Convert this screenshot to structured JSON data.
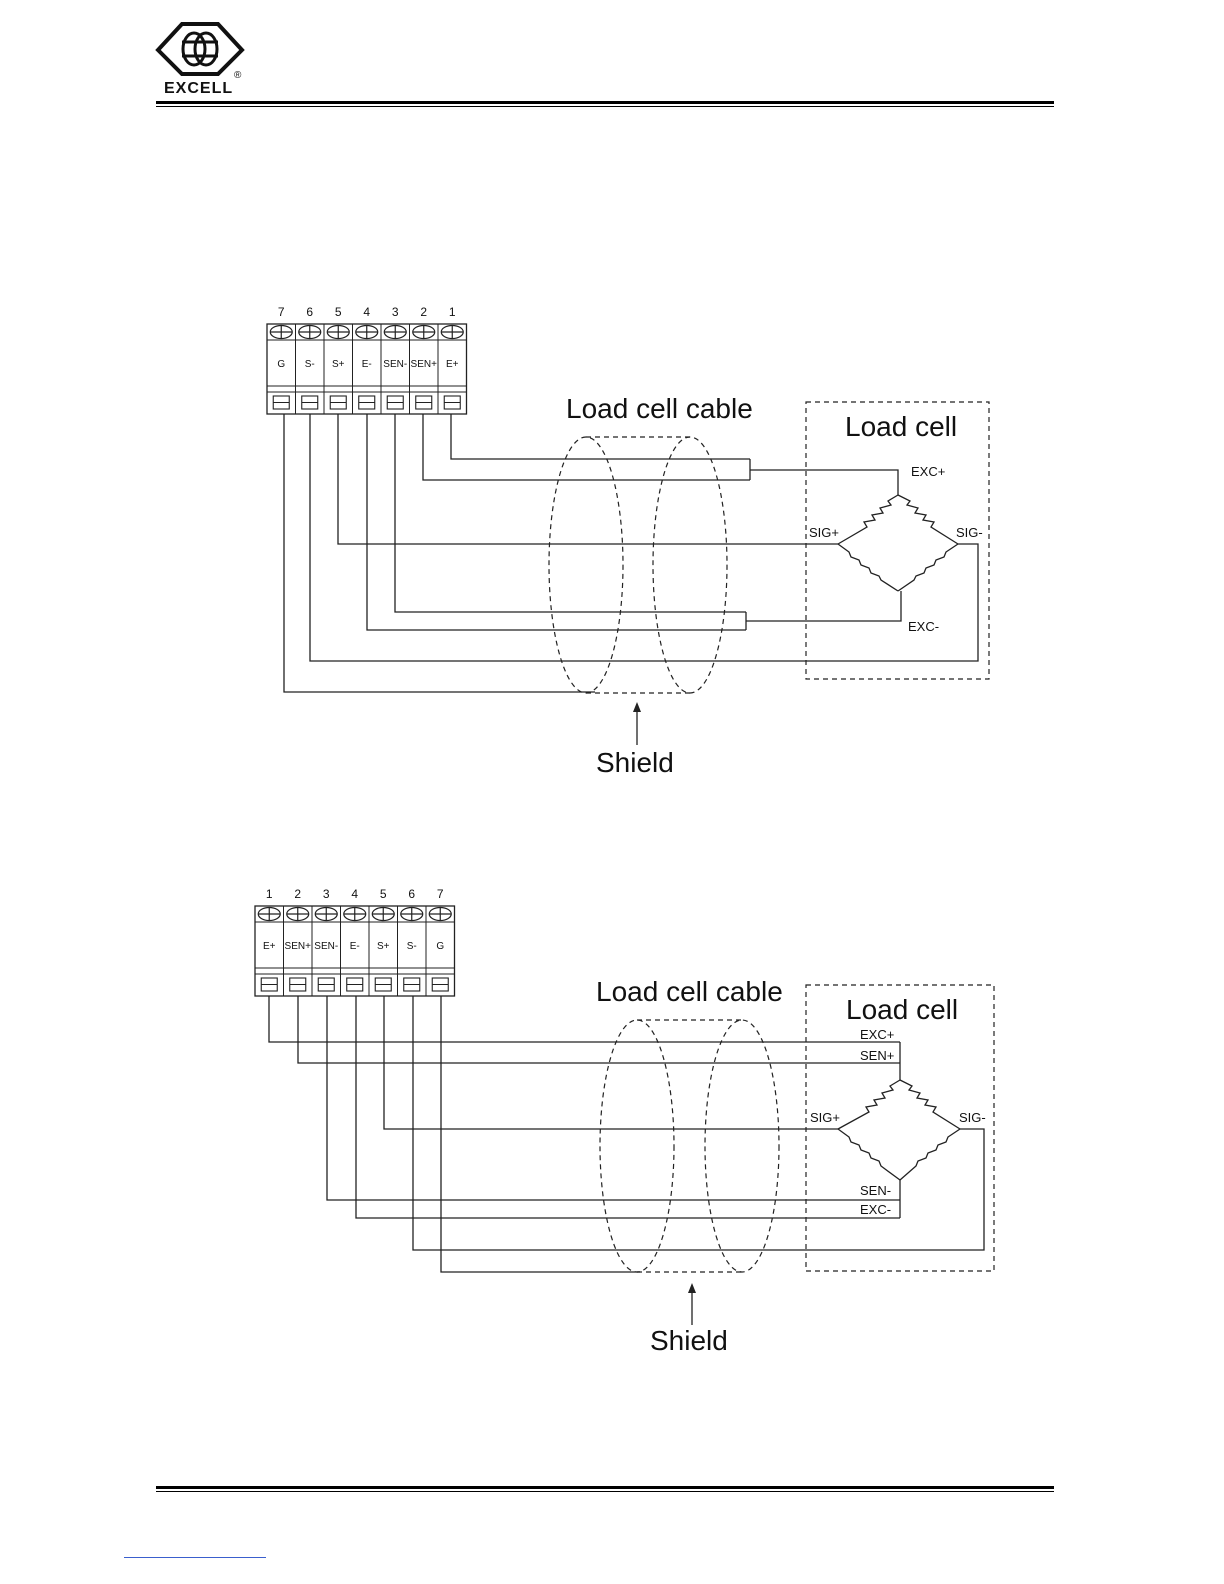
{
  "header": {
    "brand": "EXCELL",
    "registered_mark": "®"
  },
  "diagrams": [
    {
      "terminal_numbers": [
        "7",
        "6",
        "5",
        "4",
        "3",
        "2",
        "1"
      ],
      "terminal_labels": [
        "G",
        "S-",
        "S+",
        "E-",
        "SEN-",
        "SEN+",
        "E+"
      ],
      "cable_label": "Load cell cable",
      "load_cell_label": "Load cell",
      "shield_label": "Shield",
      "bridge_labels": {
        "exc_plus": "EXC+",
        "exc_minus": "EXC-",
        "sig_plus": "SIG+",
        "sig_minus": "SIG-"
      }
    },
    {
      "terminal_numbers": [
        "1",
        "2",
        "3",
        "4",
        "5",
        "6",
        "7"
      ],
      "terminal_labels": [
        "E+",
        "SEN+",
        "SEN-",
        "E-",
        "S+",
        "S-",
        "G"
      ],
      "cable_label": "Load cell cable",
      "load_cell_label": "Load cell",
      "shield_label": "Shield",
      "bridge_labels": {
        "exc_plus": "EXC+",
        "sen_plus": "SEN+",
        "sen_minus": "SEN-",
        "exc_minus": "EXC-",
        "sig_plus": "SIG+",
        "sig_minus": "SIG-"
      }
    }
  ]
}
